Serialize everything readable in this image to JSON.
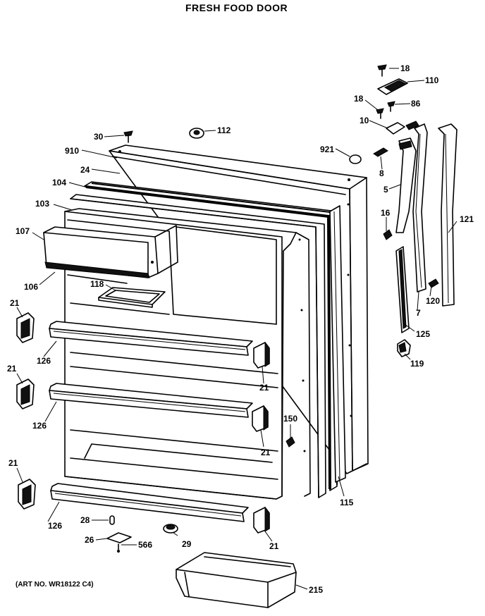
{
  "title": "FRESH FOOD DOOR",
  "art_number": "(ART NO. WR18122 C4)",
  "callouts": {
    "c18a": "18",
    "c110": "110",
    "c18b": "18",
    "c86": "86",
    "c10": "10",
    "c30": "30",
    "c112": "112",
    "c910": "910",
    "c921": "921",
    "c8": "8",
    "c24": "24",
    "c104": "104",
    "c5": "5",
    "c121": "121",
    "c103": "103",
    "c16": "16",
    "c107": "107",
    "c106": "106",
    "c118": "118",
    "c120": "120",
    "c7": "7",
    "c125": "125",
    "c21a": "21",
    "c119": "119",
    "c126a": "126",
    "c21b": "21",
    "c21c": "21",
    "c126b": "126",
    "c150": "150",
    "c21d": "21",
    "c21e": "21",
    "c115": "115",
    "c126c": "126",
    "c28": "28",
    "c26": "26",
    "c566": "566",
    "c29": "29",
    "c21f": "21",
    "c215": "215"
  }
}
